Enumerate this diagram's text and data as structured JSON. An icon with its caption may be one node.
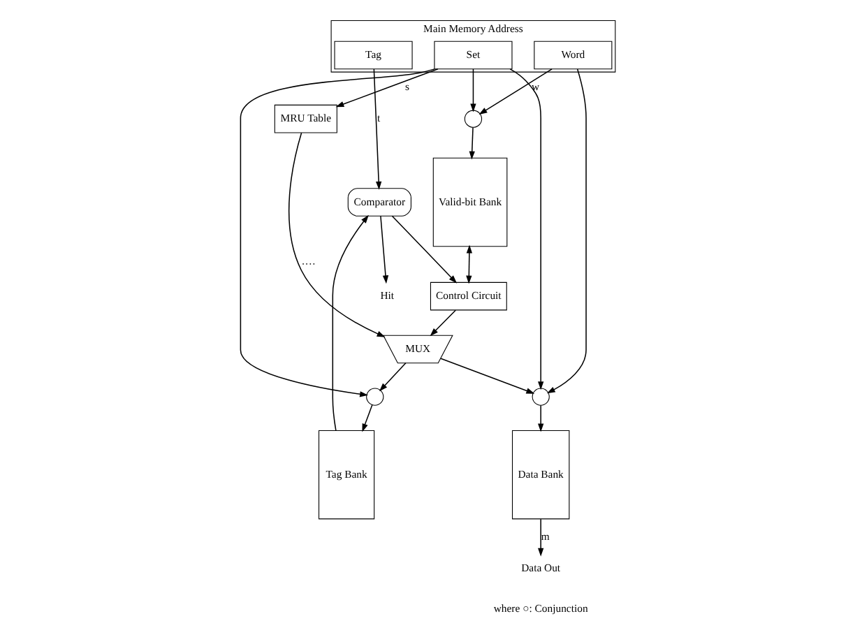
{
  "diagram": {
    "nodes": [
      {
        "text": [
          "Main Memory Address"
        ]
      },
      {
        "text": [
          "Tag"
        ],
        "in": 0
      },
      {
        "text": [
          "Set"
        ],
        "in": 0
      },
      {
        "text": [
          "Word"
        ],
        "in": 0
      },
      {
        "text": [
          "MRU Table"
        ]
      },
      {
        "text": [
          "Tag Bank"
        ]
      },
      {
        "text": [
          "MUX"
        ]
      },
      {
        "text": [
          "Data Bank"
        ]
      },
      {
        "text": [
          "Valid-bit Bank"
        ]
      },
      {
        "text": [
          "Comparator"
        ]
      },
      {
        "text": [
          "Control Circuit"
        ]
      },
      {
        "text": [
          "Data Out"
        ]
      },
      {
        "text": [
          "Hit"
        ]
      },
      {
        "text": [],
        "shape": "circle"
      },
      {
        "text": [],
        "shape": "circle"
      },
      {
        "text": [],
        "shape": "circle"
      }
    ],
    "edges": [
      {
        "from": 1,
        "to": 9,
        "arrow": "to",
        "label": "t"
      },
      {
        "from": 2,
        "to": 4,
        "arrow": "to",
        "label": "s"
      },
      {
        "from": 2,
        "to": 13,
        "arrow": "to"
      },
      {
        "from": 2,
        "to": 14,
        "arrow": "to"
      },
      {
        "from": 2,
        "to": 15,
        "arrow": "to"
      },
      {
        "from": 3,
        "to": 15,
        "arrow": "to",
        "label": "w"
      },
      {
        "from": 3,
        "to": 14,
        "arrow": "to"
      },
      {
        "from": 4,
        "to": 6,
        "arrow": "to",
        "label": "····"
      },
      {
        "from": 13,
        "to": 5,
        "arrow": "to"
      },
      {
        "from": 14,
        "to": 7,
        "arrow": "to"
      },
      {
        "from": 6,
        "to": 13,
        "arrow": "to"
      },
      {
        "from": 6,
        "to": 14,
        "arrow": "to"
      },
      {
        "from": 15,
        "to": 8,
        "arrow": "to"
      },
      {
        "from": 5,
        "to": 9,
        "arrow": "to"
      },
      {
        "from": 7,
        "to": 11,
        "arrow": "to",
        "label": "m"
      },
      {
        "from": 9,
        "to": 12,
        "arrow": "to"
      },
      {
        "from": 9,
        "to": 10,
        "arrow": "to"
      },
      {
        "from": 10,
        "to": 6,
        "arrow": "to"
      },
      {
        "from": 8,
        "to": 10,
        "arrow": "both"
      }
    ],
    "labels": [
      "where ○: Conjunction"
    ]
  }
}
